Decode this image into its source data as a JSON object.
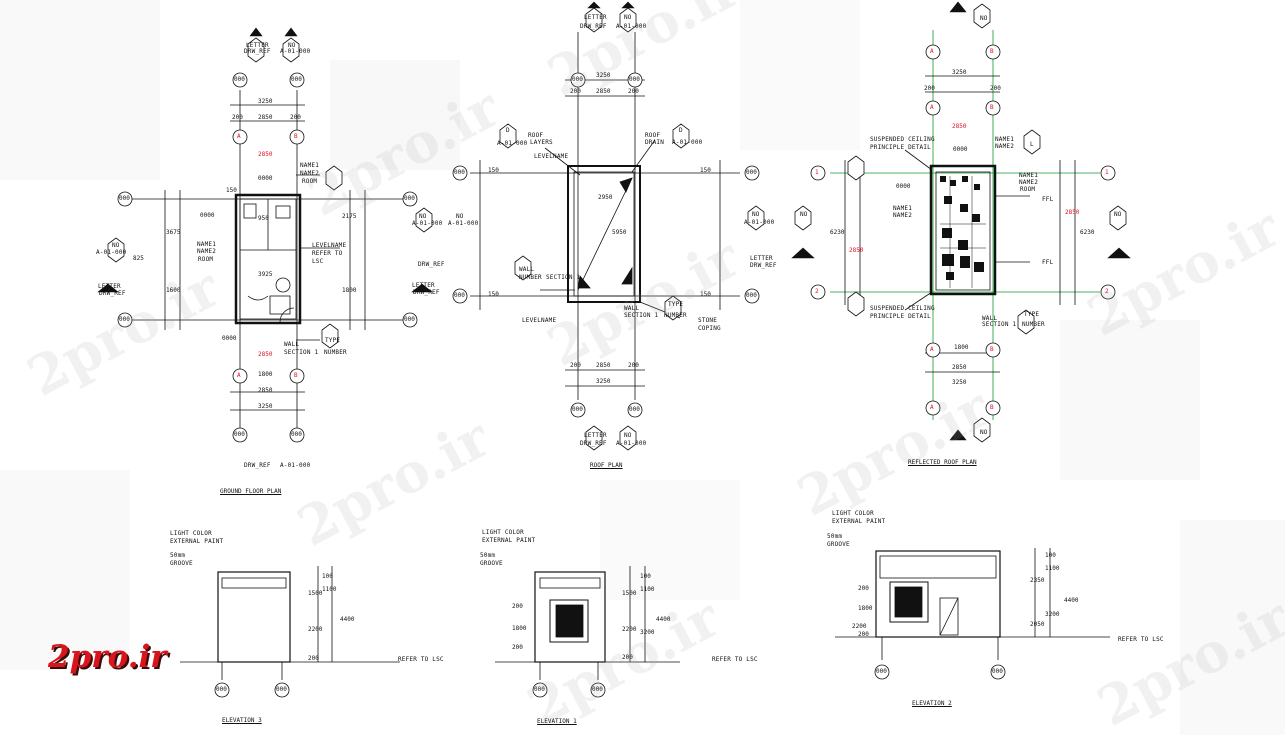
{
  "brand": "2pro.ir",
  "watermark_text": "2pro.ir",
  "drawing_titles": {
    "ground": "GROUND FLOOR PLAN",
    "roof": "ROOF PLAN",
    "reflected": "REFLECTED ROOF PLAN",
    "elev3": "ELEVATION 3",
    "elev1": "ELEVATION 1",
    "elev2": "ELEVATION 2"
  },
  "notes": {
    "light_color": "LIGHT COLOR",
    "external_paint": "EXTERNAL PAINT",
    "groove_mm": "50mm",
    "groove": "GROOVE",
    "refer_to_lsc": "REFER TO LSC",
    "roof_layers_1": "ROOF",
    "roof_layers_2": "LAYERS",
    "roof_drain_1": "ROOF",
    "roof_drain_2": "DRAIN",
    "stone": "STONE",
    "coping": "COPING",
    "levelname": "LEVELNAME",
    "suspended_ceiling": "SUSPENDED CEILING",
    "principle_detail": "PRINCIPLE DETAIL",
    "wall": "WALL",
    "section1": "SECTION 1",
    "number": "NUMBER",
    "type": "TYPE",
    "name1": "NAME1",
    "name2": "NAME2",
    "room": "ROOM",
    "ffl": "FFL",
    "letter": "LETTER",
    "no": "NO",
    "drw_ref": "DRW_REF",
    "a_ref": "A-01-000",
    "refer_to": "REFER TO",
    "lsc": "LSC"
  },
  "grid_markers": [
    "A",
    "B",
    "1",
    "2",
    "000",
    "0000",
    "D",
    "L"
  ],
  "dims": {
    "d3250": "3250",
    "d2850": "2850",
    "d200": "200",
    "d1800": "1800",
    "d1600": "1600",
    "d3675": "3675",
    "d2175": "2175",
    "d3925": "3925",
    "d5950": "5950",
    "d2950": "2950",
    "d6230": "6230",
    "d4400": "4400",
    "d2200": "2200",
    "d3200": "3200",
    "d1100": "1100",
    "d1500": "1500",
    "d2350": "2350",
    "d2050": "2050",
    "d100": "100",
    "d150": "150",
    "d825": "825",
    "d950": "950"
  },
  "colors": {
    "line": "#111111",
    "red": "#e0102a",
    "green": "#109a2a",
    "brand": "#d9141d"
  }
}
